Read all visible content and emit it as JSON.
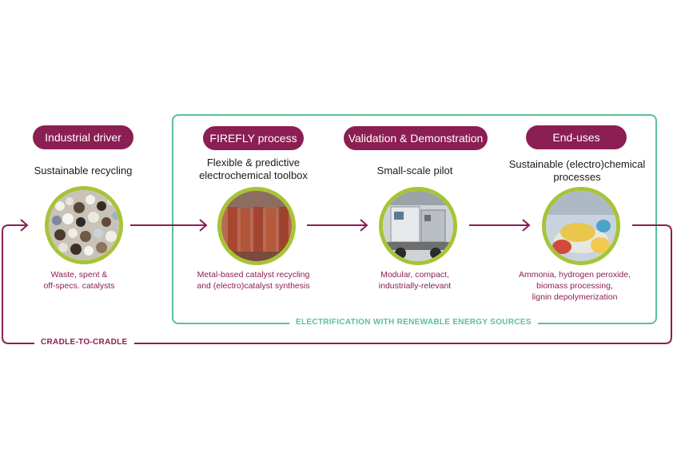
{
  "colors": {
    "accent": "#8b1e52",
    "green_frame": "#5bbf9c",
    "circle_ring": "#a6c436"
  },
  "stages": [
    {
      "pill": "Industrial driver",
      "title": "Sustainable recycling",
      "desc": "Waste, spent &\noff-specs. catalysts",
      "image": "catalyst-pellets"
    },
    {
      "pill": "FIREFLY process",
      "title": "Flexible & predictive\nelectrochemical toolbox",
      "desc": "Metal-based catalyst recycling\nand (electro)catalyst synthesis",
      "image": "electrochemical-cells"
    },
    {
      "pill": "Validation & Demonstration",
      "title": "Small-scale pilot",
      "desc": "Modular, compact,\nindustrially-relevant",
      "image": "pilot-unit"
    },
    {
      "pill": "End-uses",
      "title": "Sustainable (electro)chemical\nprocesses",
      "desc": "Ammonia, hydrogen peroxide,\nbiomass processing,\nlignin depolymerization",
      "image": "chemical-products"
    }
  ],
  "frame_label": "ELECTRIFICATION WITH RENEWABLE ENERGY SOURCES",
  "loop_label": "CRADLE-TO-CRADLE"
}
